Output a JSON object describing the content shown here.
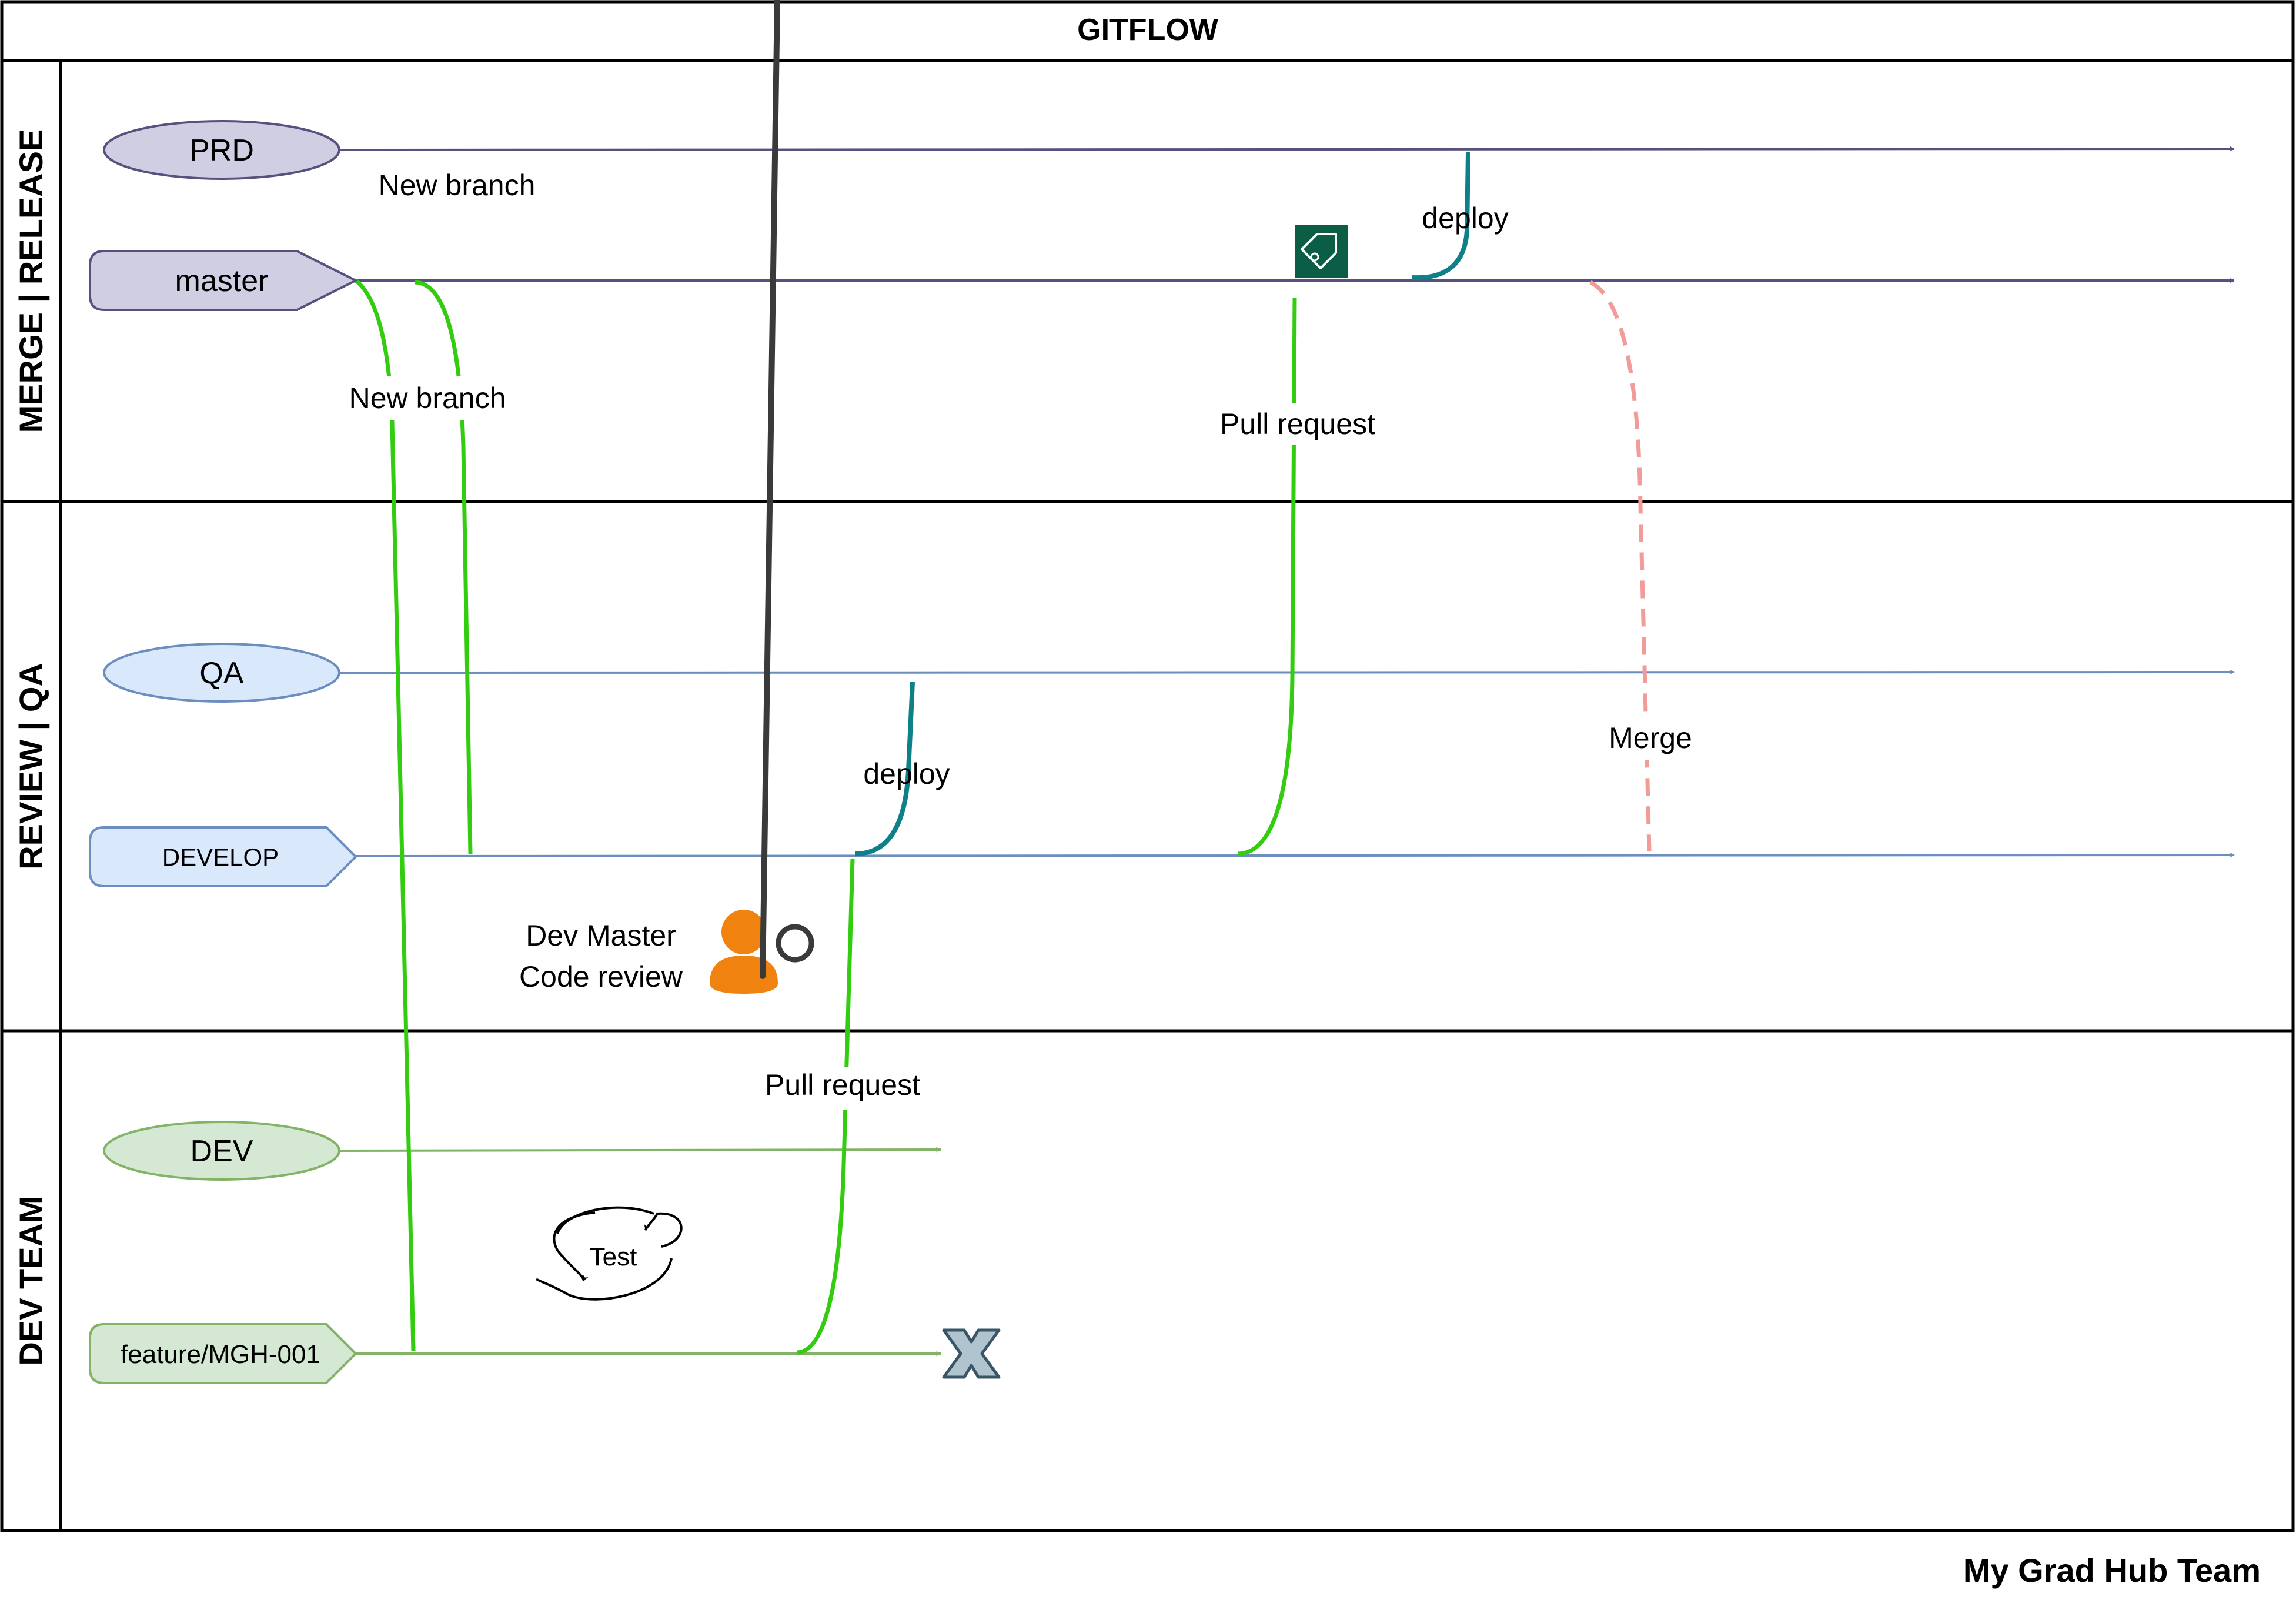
{
  "title": "GITFLOW",
  "footer": "My Grad Hub Team",
  "lanes": {
    "merge_release": "MERGE | RELEASE",
    "review_qa": "REVIEW | QA",
    "dev_team": "DEV TEAM"
  },
  "branches": {
    "prd": "PRD",
    "master": "master",
    "qa": "QA",
    "develop": "DEVELOP",
    "dev": "DEV",
    "feature": "feature/MGH-001"
  },
  "labels": {
    "new_branch_top": "New branch",
    "new_branch": "New branch",
    "deploy_prd": "deploy",
    "pull_request_master": "Pull request",
    "merge": "Merge",
    "deploy_qa": "deploy",
    "dev_master_line1": "Dev Master",
    "dev_master_line2": "Code review",
    "pull_request_develop": "Pull request",
    "test": "Test"
  },
  "icons": {
    "release_tag": "tag-icon",
    "reviewer": "user-search-icon",
    "cycle": "refresh-cycle-icon",
    "closed": "x-close-icon"
  },
  "colors": {
    "prd_master_fill": "#d0cee2",
    "prd_master_stroke": "#56517e",
    "qa_develop_fill": "#dae8fc",
    "qa_develop_stroke": "#6c8ebf",
    "dev_fill": "#d5e8d4",
    "dev_stroke": "#82b366",
    "flow_green": "#33cc11",
    "deploy_teal": "#0e8088",
    "merge_pink": "#f19c99",
    "tag_green": "#0b5d45",
    "reviewer_orange": "#f0820f"
  }
}
